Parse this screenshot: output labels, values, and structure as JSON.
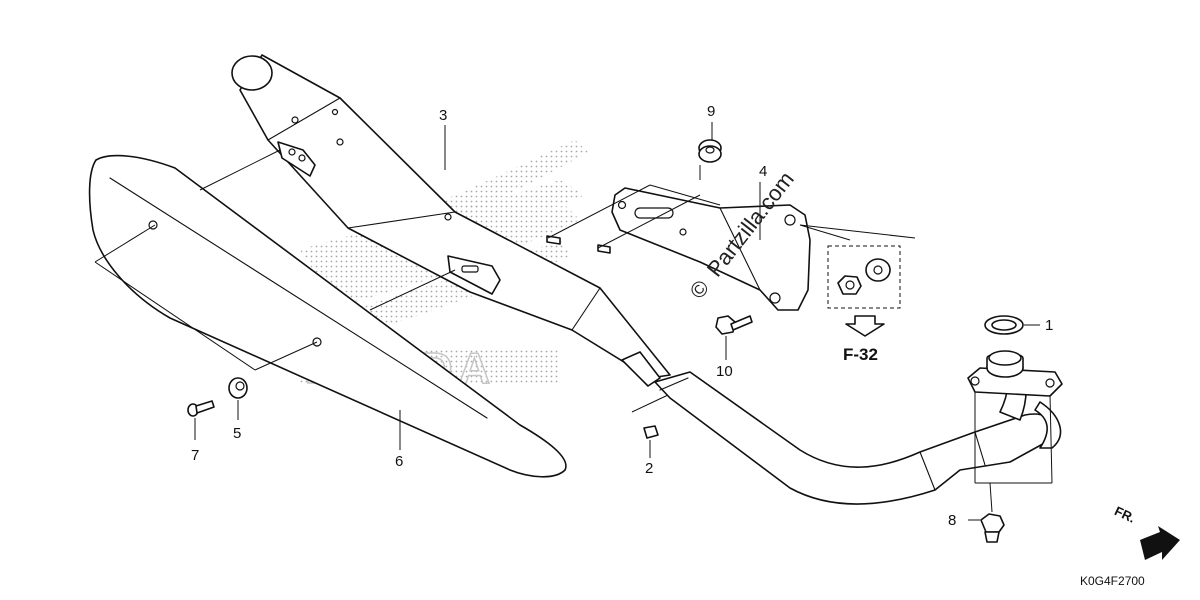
{
  "callouts": {
    "p1": "1",
    "p2": "2",
    "p3": "3",
    "p4": "4",
    "p5": "5",
    "p6": "6",
    "p7": "7",
    "p8": "8",
    "p9": "9",
    "p10": "10"
  },
  "reference": "F-32",
  "watermark": "Partzilla.com",
  "watermark_symbol": "©",
  "direction_label": "FR.",
  "diagram_code": "K0G4F2700",
  "background_logo_text": "HONDA",
  "colors": {
    "line": "#111111",
    "background": "#ffffff",
    "dots": "#9a9a9a"
  }
}
